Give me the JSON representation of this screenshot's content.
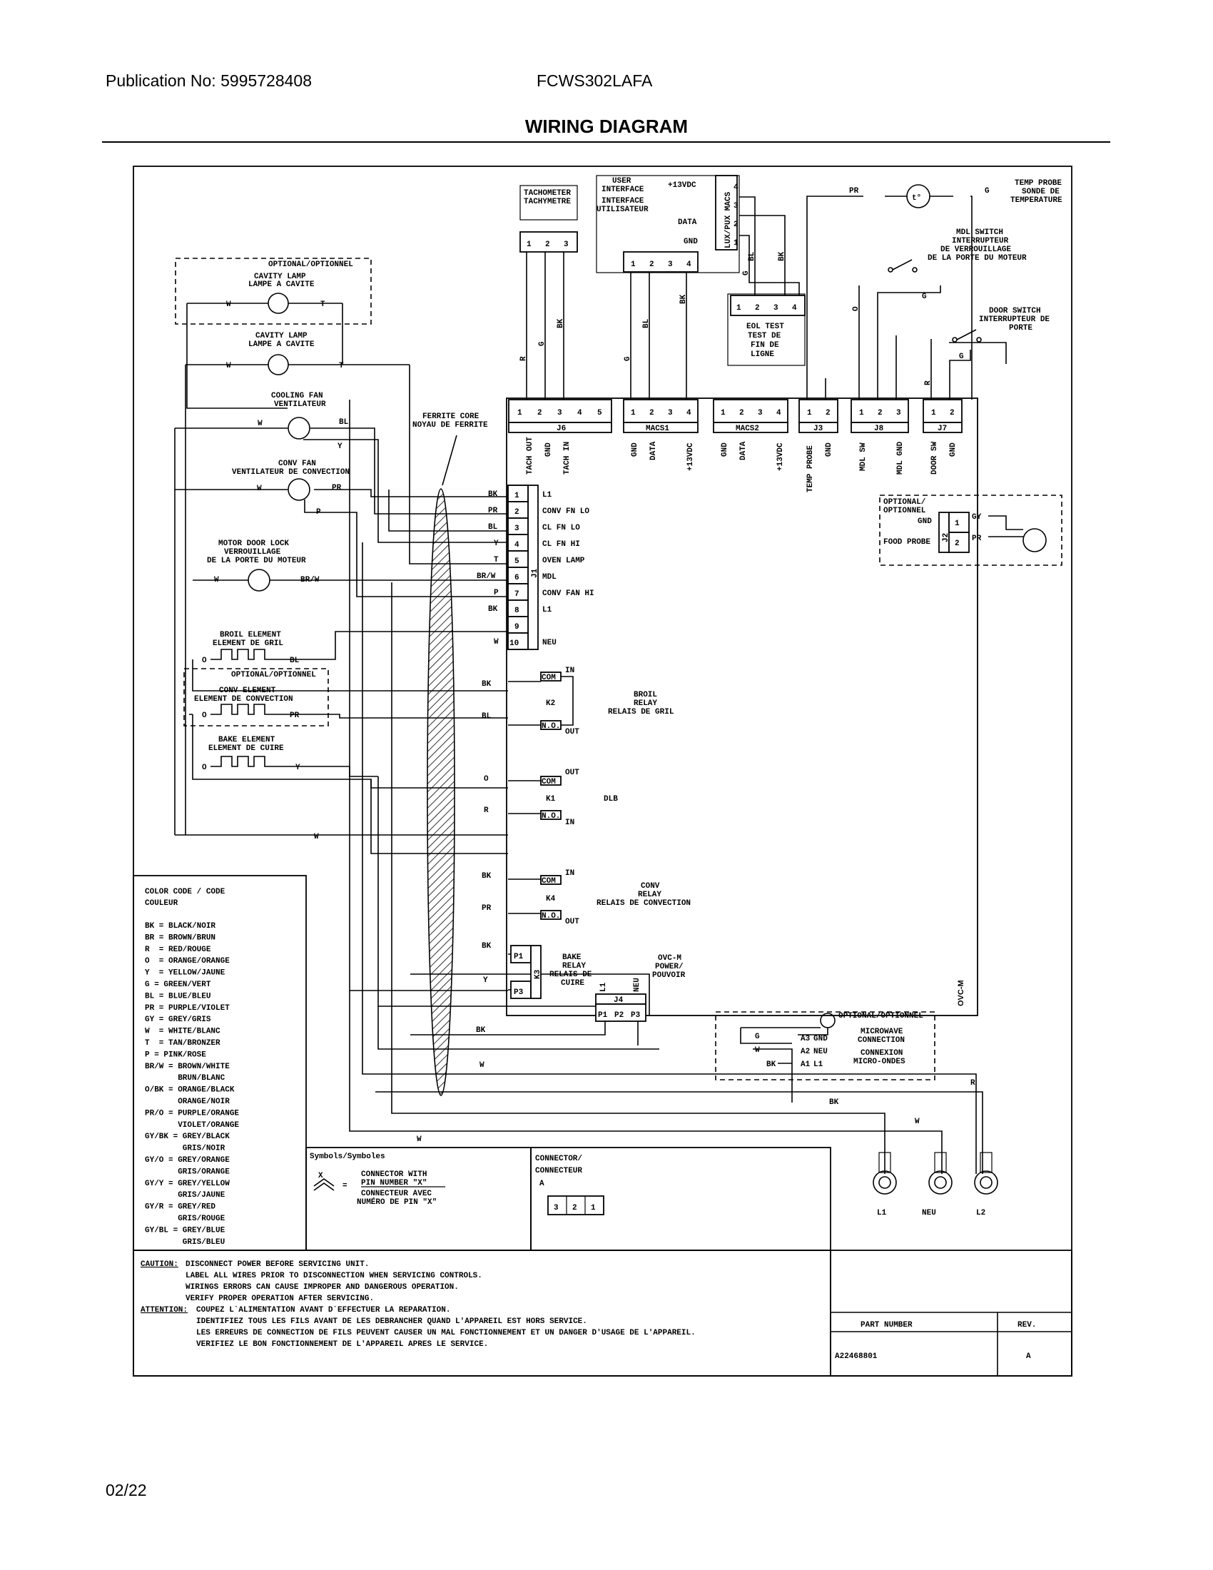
{
  "header": {
    "publication": "Publication No: 5995728408",
    "model": "FCWS302LAFA",
    "title": "WIRING DIAGRAM"
  },
  "page_number": "02/22",
  "board": {
    "name": "OVC-M"
  },
  "connectors_top": {
    "tach": {
      "label1": "TACHOMETER",
      "label2": "TACHYMETRE",
      "pins": [
        "1",
        "2",
        "3"
      ]
    },
    "ui": {
      "label1": "USER",
      "label2": "INTERFACE",
      "label3": "INTERFACE",
      "label4": "UTILISATEUR",
      "pin13": "+13VDC",
      "data": "DATA",
      "gnd": "GND",
      "macs_label": "LUX/PUX MACS",
      "pins": [
        "1",
        "2",
        "3",
        "4"
      ]
    },
    "eol": {
      "label1": "EOL TEST",
      "label2": "TEST DE",
      "label3": "FIN DE",
      "label4": "LIGNE",
      "pins": [
        "1",
        "2",
        "3",
        "4"
      ]
    },
    "temp_probe": {
      "label1": "TEMP PROBE",
      "label2": "SONDE DE",
      "label3": "TEMPERATURE",
      "symbol": "t°"
    },
    "mdl_switch": {
      "label1": "MDL SWITCH",
      "label2": "INTERRUPTEUR",
      "label3": "DE VERROUILLAGE",
      "label4": "DE LA PORTE DU MOTEUR"
    },
    "door_switch": {
      "label1": "DOOR SWITCH",
      "label2": "INTERRUPTEUR DE",
      "label3": "PORTE"
    }
  },
  "board_headers": {
    "j6": {
      "name": "J6",
      "pins": [
        "1",
        "2",
        "3",
        "4",
        "5"
      ],
      "signals": [
        "TACH OUT",
        "GND",
        "TACH IN"
      ]
    },
    "macs1": {
      "name": "MACS1",
      "pins": [
        "1",
        "2",
        "3",
        "4"
      ],
      "signals": [
        "GND",
        "DATA",
        "+13VDC"
      ]
    },
    "macs2": {
      "name": "MACS2",
      "pins": [
        "1",
        "2",
        "3",
        "4"
      ],
      "signals": [
        "GND",
        "DATA",
        "+13VDC"
      ]
    },
    "j3": {
      "name": "J3",
      "pins": [
        "1",
        "2"
      ],
      "signals": [
        "TEMP PROBE",
        "GND"
      ]
    },
    "j8": {
      "name": "J8",
      "pins": [
        "1",
        "2",
        "3"
      ],
      "signals": [
        "MDL SW",
        "MDL GND"
      ]
    },
    "j7": {
      "name": "J7",
      "pins": [
        "1",
        "2"
      ],
      "signals": [
        "DOOR SW",
        "GND"
      ]
    }
  },
  "j1": {
    "name": "J1",
    "pins": [
      {
        "num": "1",
        "wire": "BK",
        "signal": "L1"
      },
      {
        "num": "2",
        "wire": "PR",
        "signal": "CONV FN LO"
      },
      {
        "num": "3",
        "wire": "BL",
        "signal": "CL FN LO"
      },
      {
        "num": "4",
        "wire": "Y",
        "signal": "CL FN HI"
      },
      {
        "num": "5",
        "wire": "T",
        "signal": "OVEN LAMP"
      },
      {
        "num": "6",
        "wire": "BR/W",
        "signal": "MDL"
      },
      {
        "num": "7",
        "wire": "P",
        "signal": "CONV FAN HI"
      },
      {
        "num": "8",
        "wire": "BK",
        "signal": "L1"
      },
      {
        "num": "9",
        "wire": "",
        "signal": ""
      },
      {
        "num": "10",
        "wire": "W",
        "signal": "NEU"
      }
    ]
  },
  "ferrite": {
    "label1": "FERRITE CORE",
    "label2": "NOYAU DE FERRITE"
  },
  "components": {
    "optional1": "OPTIONAL/OPTIONNEL",
    "cavity_lamp1": {
      "label1": "CAVITY LAMP",
      "label2": "LAMPE A CAVITE"
    },
    "cavity_lamp2": {
      "label1": "CAVITY LAMP",
      "label2": "LAMPE A CAVITE"
    },
    "cooling_fan": {
      "label1": "COOLING FAN",
      "label2": "VENTILATEUR"
    },
    "conv_fan": {
      "label1": "CONV FAN",
      "label2": "VENTILATEUR DE CONVECTION"
    },
    "motor_door_lock": {
      "label1": "MOTOR DOOR LOCK",
      "label2": "VERROUILLAGE",
      "label3": "DE LA PORTE DU MOTEUR"
    },
    "broil_element": {
      "label1": "BROIL ELEMENT",
      "label2": "ELEMENT DE GRIL"
    },
    "optional2": "OPTIONAL/OPTIONNEL",
    "conv_element": {
      "label1": "CONV ELEMENT",
      "label2": "ELEMENT DE CONVECTION"
    },
    "bake_element": {
      "label1": "BAKE ELEMENT",
      "label2": "ELEMENT DE CUIRE"
    }
  },
  "relays": {
    "broil": {
      "id": "K2",
      "label1": "BROIL",
      "label2": "RELAY",
      "label3": "RELAIS DE GRIL",
      "in": "IN",
      "out": "OUT",
      "com": "COM",
      "no": "N.O."
    },
    "dlb": {
      "id": "K1",
      "label1": "DLB",
      "in": "IN",
      "out": "OUT",
      "com": "COM",
      "no": "N.O."
    },
    "conv": {
      "id": "K4",
      "label1": "CONV",
      "label2": "RELAY",
      "label3": "RELAIS DE CONVECTION",
      "in": "IN",
      "out": "OUT",
      "com": "COM",
      "no": "N.O."
    },
    "bake": {
      "id": "K3",
      "label1": "BAKE",
      "label2": "RELAY",
      "label3": "RELAIS DE",
      "label4": "CUIRE",
      "p1": "P1",
      "p3": "P3"
    }
  },
  "j4": {
    "name": "J4",
    "pins": [
      "P1",
      "P2",
      "P3"
    ],
    "l1": "L1",
    "neu": "NEU",
    "label1": "OVC-M",
    "label2": "POWER/",
    "label3": "POUVOIR"
  },
  "j2": {
    "name": "J2",
    "pins": [
      "1",
      "2"
    ],
    "optional": "OPTIONAL/",
    "optional2": "OPTIONNEL",
    "gnd": "GND",
    "food_probe": "FOOD PROBE",
    "gy": "GY",
    "pr": "PR"
  },
  "microwave": {
    "optional": "OPTIONAL/OPTIONNEL",
    "label1": "MICROWAVE",
    "label2": "CONNECTION",
    "label3": "CONNEXION",
    "label4": "MICRO-ONDES",
    "a3": "A3",
    "a2": "A2",
    "a1": "A1",
    "gnd": "GND",
    "neu": "NEU",
    "l1": "L1"
  },
  "terminals": [
    "L1",
    "NEU",
    "L2"
  ],
  "color_code": {
    "title1": "COLOR CODE / CODE",
    "title2": "COULEUR",
    "lines": [
      "BK = BLACK/NOIR",
      "BR = BROWN/BRUN",
      "R  = RED/ROUGE",
      "O  = ORANGE/ORANGE",
      "Y  = YELLOW/JAUNE",
      "G = GREEN/VERT",
      "BL = BLUE/BLEU",
      "PR = PURPLE/VIOLET",
      "GY = GREY/GRIS",
      "W  = WHITE/BLANC",
      "T  = TAN/BRONZER",
      "P = PINK/ROSE",
      "BR/W = BROWN/WHITE",
      "       BRUN/BLANC",
      "O/BK = ORANGE/BLACK",
      "       ORANGE/NOIR",
      "PR/O = PURPLE/ORANGE",
      "       VIOLET/ORANGE",
      "GY/BK = GREY/BLACK",
      "        GRIS/NOIR",
      "GY/O = GREY/ORANGE",
      "       GRIS/ORANGE",
      "GY/Y = GREY/YELLOW",
      "       GRIS/JAUNE",
      "GY/R = GREY/RED",
      "       GRIS/ROUGE",
      "GY/BL = GREY/BLUE",
      "        GRIS/BLEU"
    ]
  },
  "symbols": {
    "title": "Symbols/Symboles",
    "x": "X",
    "eq": "=",
    "line1": "CONNECTOR WITH",
    "line2": "PIN NUMBER \"X\"",
    "line3": "CONNECTEUR AVEC",
    "line4": "NUMÉRO DE PIN \"X\""
  },
  "connector_box": {
    "title1": "CONNECTOR/",
    "title2": "CONNECTEUR",
    "letter": "A",
    "pins": [
      "3",
      "2",
      "1"
    ]
  },
  "caution": {
    "caution_label": "CAUTION:",
    "caution_lines": [
      "DISCONNECT POWER BEFORE SERVICING UNIT.",
      "LABEL ALL WIRES PRIOR TO DISCONNECTION WHEN SERVICING CONTROLS.",
      "WIRINGS ERRORS CAN CAUSE IMPROPER AND DANGEROUS OPERATION.",
      "VERIFY PROPER OPERATION AFTER SERVICING."
    ],
    "attention_label": "ATTENTION:",
    "attention_lines": [
      "COUPEZ L`ALIMENTATION AVANT D`EFFECTUER LA REPARATION.",
      "IDENTIFIEZ TOUS LES FILS AVANT DE LES DEBRANCHER QUAND L'APPAREIL EST HORS SERVICE.",
      "LES ERREURS DE CONNECTION DE FILS PEUVENT CAUSER UN MAL FONCTIONNEMENT ET UN DANGER D'USAGE DE L'APPAREIL.",
      "VERIFIEZ LE BON FONCTIONNEMENT DE L'APPAREIL APRES LE SERVICE."
    ]
  },
  "part": {
    "label": "PART NUMBER",
    "rev_label": "REV.",
    "number": "A22468801",
    "rev": "A"
  },
  "wires": {
    "tach_r": "R",
    "tach_g": "G",
    "tach_bk": "BK",
    "ui_g": "G",
    "ui_bl": "BL",
    "ui_bk": "BK",
    "eol_bl": "BL",
    "eol_bk": "BK",
    "eol_g": "G",
    "tp_pr": "PR",
    "tp_g": "G",
    "mdl_o": "O",
    "mdl_g": "G",
    "door_r": "R",
    "door_g": "G",
    "cl1_w": "W",
    "cl1_t": "T",
    "cl2_w": "W",
    "cl2_t": "T",
    "cf_w": "W",
    "cf_bl": "BL",
    "cf_y": "Y",
    "cv_w": "W",
    "cv_pr": "PR",
    "cv_p": "P",
    "mdl_w": "W",
    "mdl_brw": "BR/W",
    "br_o": "O",
    "br_bl": "BL",
    "ce_o": "O",
    "ce_pr": "PR",
    "be_o": "O",
    "be_y": "Y",
    "k2_bk": "BK",
    "k2_bl": "BL",
    "k1_o": "O",
    "k1_r": "R",
    "k4_bk": "BK",
    "k4_pr": "PR",
    "k3_bk": "BK",
    "k3_y": "Y",
    "j4_bk": "BK",
    "j4_w": "W",
    "bus_w": "W",
    "bot_r": "R",
    "bot_bk": "BK",
    "bot_w1": "W",
    "bot_w2": "W",
    "mw_g": "G",
    "mw_w": "W",
    "mw_bk": "BK"
  },
  "pin_marks": {
    "one": "1",
    "two": "2",
    "three": "3",
    "x": "X"
  }
}
